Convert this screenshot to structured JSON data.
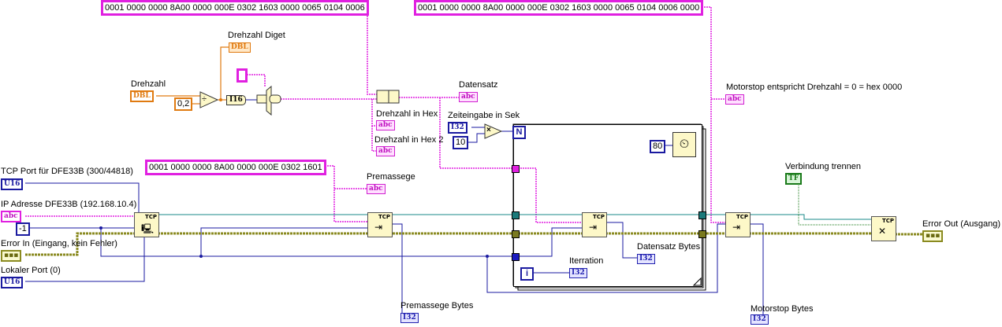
{
  "diagram": {
    "type": "LabVIEW block diagram",
    "colors": {
      "string_wire": "#e020e0",
      "numeric_dbl": "#e07a10",
      "integer": "#1a1aa0",
      "error_cluster": "#8a8a20",
      "boolean": "#1a7a1a",
      "tcp_refnum": "#1a7a7a"
    },
    "string_constants": {
      "top_left": "0001 0000 0000 8A00 0000 000E 0302 1603 0000 0065 0104 0006",
      "top_right": "0001 0000 0000 8A00 0000 000E 0302 1603 0000 0065 0104 0006 0000",
      "premessage": "0001 0000 0000 8A00 0000 000E 0302 1601"
    },
    "labels": {
      "drehzahl_diget": "Drehzahl Diget",
      "drehzahl": "Drehzahl",
      "datensatz": "Datensatz",
      "drehzahl_in_hex": "Drehzahl in Hex",
      "drehzahl_in_hex_2": "Drehzahl in Hex 2",
      "zeiteingabe": "Zeiteingabe in Sek",
      "motorstop": "Motorstop entspricht Drehzahl = 0 = hex 0000",
      "tcp_port": "TCP Port für DFE33B (300/44818)",
      "ip_adresse": "IP Adresse DFE33B (192.168.10.4)",
      "error_in": "Error In (Eingang, kein Fehler)",
      "lokaler_port": "Lokaler Port (0)",
      "premassege": "Premassege",
      "verbindung_trennen": "Verbindung trennen",
      "error_out": "Error Out (Ausgang)",
      "iterration": "Iterration",
      "datensatz_bytes": "Datensatz Bytes",
      "premassege_bytes": "Premassege Bytes",
      "motorstop_bytes": "Motorstop Bytes"
    },
    "terminals": {
      "dbl": "DBL",
      "u16": "U16",
      "i32": "I32",
      "abc": "abc",
      "tf": "TF",
      "i16": "I16",
      "err": "▪▪▪",
      "tcp": "TCP",
      "loop_count": "N",
      "loop_index": "i"
    },
    "numeric_constants": {
      "divisor": "0,2",
      "multiplier": "10",
      "timeout": "-1",
      "wait_ms": "80"
    },
    "operators": {
      "divide": "÷",
      "multiply": "×"
    }
  }
}
